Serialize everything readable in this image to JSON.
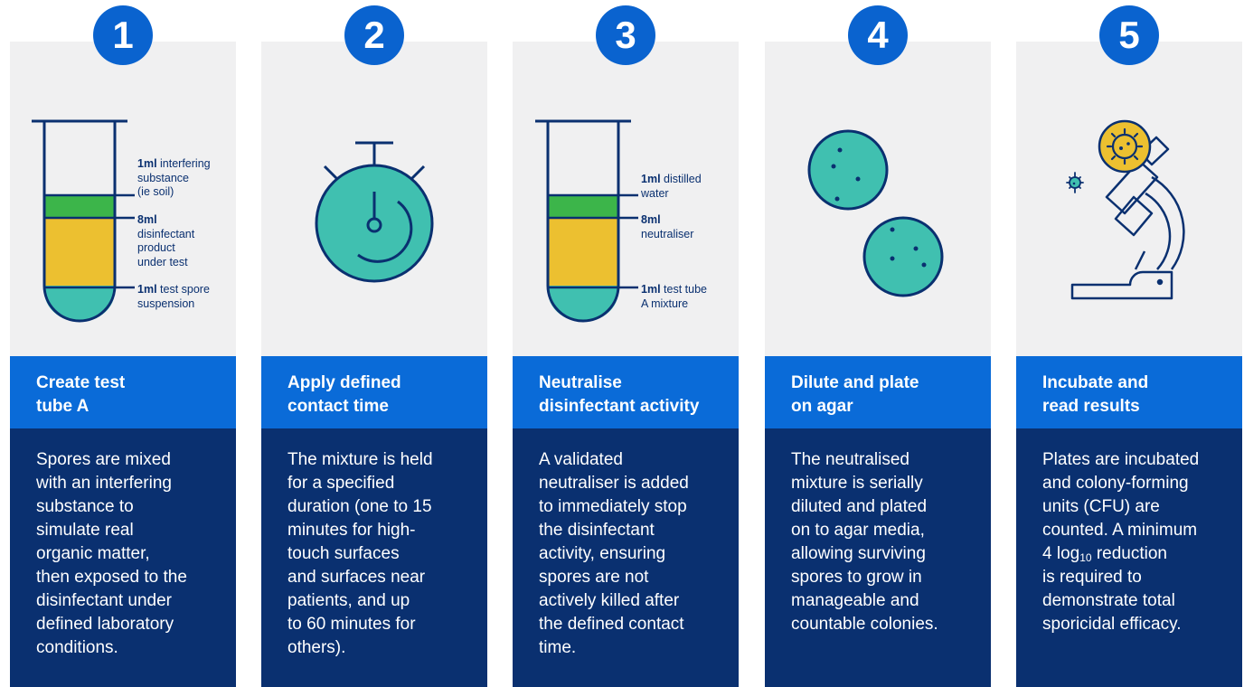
{
  "steps": [
    {
      "number": "1",
      "title": "Create test\ntube A",
      "description": "Spores are mixed\nwith an interfering\nsubstance to\nsimulate real\norganic matter,\nthen exposed to the\ndisinfectant under\ndefined laboratory\nconditions.",
      "labels": [
        {
          "amount": "1ml",
          "text": " interfering\nsubstance\n(ie soil)"
        },
        {
          "amount": "8ml",
          "text": "\ndisinfectant\nproduct\nunder test"
        },
        {
          "amount": "1ml",
          "text": " test spore\nsuspension"
        }
      ]
    },
    {
      "number": "2",
      "title": "Apply defined\ncontact time",
      "description": "The mixture is held\nfor a specified\nduration (one to 15\nminutes for high-\ntouch surfaces\nand surfaces near\npatients, and up\nto 60 minutes for\nothers)."
    },
    {
      "number": "3",
      "title": "Neutralise\ndisinfectant activity",
      "description": "A validated\nneutraliser is added\nto immediately stop\nthe disinfectant\nactivity, ensuring\nspores are not\nactively killed after\nthe defined contact\ntime.",
      "labels": [
        {
          "amount": "1ml",
          "text": " distilled\nwater"
        },
        {
          "amount": "8ml",
          "text": "\nneutraliser"
        },
        {
          "amount": "1ml",
          "text": " test tube\nA mixture"
        }
      ]
    },
    {
      "number": "4",
      "title": "Dilute and plate\non agar",
      "description": "The neutralised\nmixture is serially\ndiluted and plated\non to agar media,\nallowing surviving\nspores to grow in\nmanageable and\ncountable colonies."
    },
    {
      "number": "5",
      "title": "Incubate and\nread results",
      "description_before": "Plates are incubated\nand colony-forming\nunits (CFU) are\ncounted. A minimum\n4 log",
      "description_sub": "10",
      "description_after": " reduction\nis required to\ndemonstrate total\nsporicidal efficacy."
    }
  ],
  "colors": {
    "badge": "#0a63cf",
    "header": "#0a6bd8",
    "body": "#0a3070",
    "panel": "#f0f0f1",
    "line": "#0a3070",
    "teal": "#40c0b0",
    "yellow": "#ecc030",
    "green": "#3cb54a"
  }
}
